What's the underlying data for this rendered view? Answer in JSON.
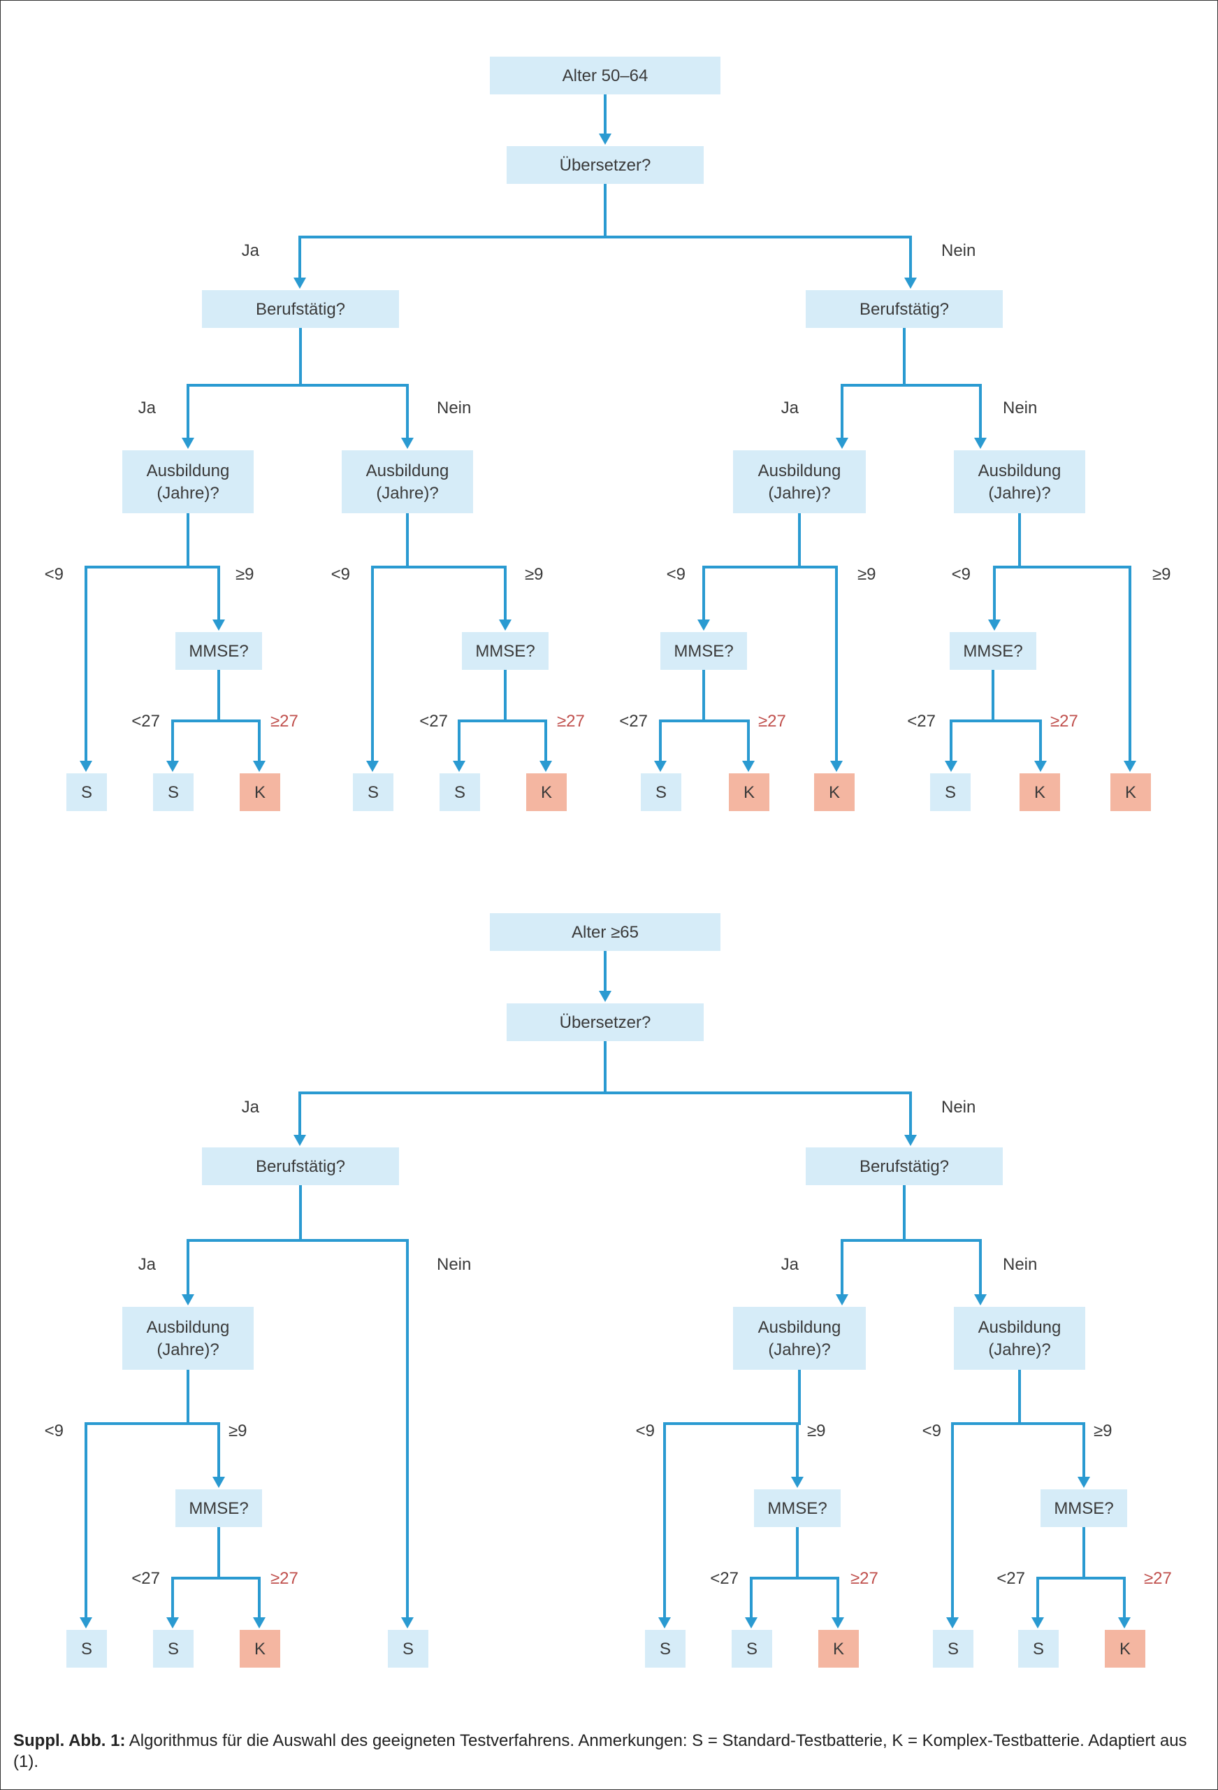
{
  "colors": {
    "question_box": "#d6ecf8",
    "complex_box": "#f4b6a1",
    "standard_box": "#d6ecf8",
    "edge": "#2a9ad1",
    "red_label": "#c0504d"
  },
  "caption": {
    "label": "Suppl. Abb. 1:",
    "text": "Algorithmus für die Auswahl des geeigneten Testverfahrens. Anmerkungen: S = Standard-Testbatterie, K = Komplex-Testbatterie. Adaptiert aus (1)."
  },
  "diagrams": [
    {
      "nodes": [
        {
          "id": "a1",
          "text": "Alter 50–64",
          "type": "q"
        },
        {
          "id": "a2",
          "text": "Übersetzer?",
          "type": "q"
        },
        {
          "id": "a3",
          "text": "Berufstätig?",
          "type": "q"
        },
        {
          "id": "a4",
          "text": "Berufstätig?",
          "type": "q"
        },
        {
          "id": "a5",
          "text": "Ausbildung\n(Jahre)?",
          "type": "q"
        },
        {
          "id": "a6",
          "text": "Ausbildung\n(Jahre)?",
          "type": "q"
        },
        {
          "id": "a7",
          "text": "Ausbildung\n(Jahre)?",
          "type": "q"
        },
        {
          "id": "a8",
          "text": "Ausbildung\n(Jahre)?",
          "type": "q"
        },
        {
          "id": "a9",
          "text": "MMSE?",
          "type": "q"
        },
        {
          "id": "a10",
          "text": "MMSE?",
          "type": "q"
        },
        {
          "id": "a11",
          "text": "MMSE?",
          "type": "q"
        },
        {
          "id": "a12",
          "text": "MMSE?",
          "type": "q"
        },
        {
          "id": "a13",
          "text": "S",
          "type": "s"
        },
        {
          "id": "a14",
          "text": "S",
          "type": "s"
        },
        {
          "id": "a15",
          "text": "K",
          "type": "k"
        },
        {
          "id": "a16",
          "text": "S",
          "type": "s"
        },
        {
          "id": "a17",
          "text": "S",
          "type": "s"
        },
        {
          "id": "a18",
          "text": "K",
          "type": "k"
        },
        {
          "id": "a19",
          "text": "S",
          "type": "s"
        },
        {
          "id": "a20",
          "text": "K",
          "type": "k"
        },
        {
          "id": "a21",
          "text": "K",
          "type": "k"
        },
        {
          "id": "a22",
          "text": "S",
          "type": "s"
        },
        {
          "id": "a23",
          "text": "K",
          "type": "k"
        },
        {
          "id": "a24",
          "text": "K",
          "type": "k"
        }
      ],
      "labels": [
        {
          "text": "Ja",
          "red": false
        },
        {
          "text": "Nein",
          "red": false
        },
        {
          "text": "Ja",
          "red": false
        },
        {
          "text": "Nein",
          "red": false
        },
        {
          "text": "Ja",
          "red": false
        },
        {
          "text": "Nein",
          "red": false
        },
        {
          "text": "<9",
          "red": false
        },
        {
          "text": "≥9",
          "red": false
        },
        {
          "text": "<9",
          "red": false
        },
        {
          "text": "≥9",
          "red": false
        },
        {
          "text": "<9",
          "red": false
        },
        {
          "text": "≥9",
          "red": false
        },
        {
          "text": "<9",
          "red": false
        },
        {
          "text": "≥9",
          "red": false
        },
        {
          "text": "<27",
          "red": false
        },
        {
          "text": "≥27",
          "red": true
        },
        {
          "text": "<27",
          "red": false
        },
        {
          "text": "≥27",
          "red": true
        },
        {
          "text": "<27",
          "red": false
        },
        {
          "text": "≥27",
          "red": true
        },
        {
          "text": "<27",
          "red": false
        },
        {
          "text": "≥27",
          "red": true
        }
      ]
    },
    {
      "nodes": [
        {
          "id": "b1",
          "text": "Alter ≥65",
          "type": "q"
        },
        {
          "id": "b2",
          "text": "Übersetzer?",
          "type": "q"
        },
        {
          "id": "b3",
          "text": "Berufstätig?",
          "type": "q"
        },
        {
          "id": "b4",
          "text": "Berufstätig?",
          "type": "q"
        },
        {
          "id": "b5",
          "text": "Ausbildung\n(Jahre)?",
          "type": "q"
        },
        {
          "id": "b6",
          "text": "Ausbildung\n(Jahre)?",
          "type": "q"
        },
        {
          "id": "b7",
          "text": "Ausbildung\n(Jahre)?",
          "type": "q"
        },
        {
          "id": "b8",
          "text": "MMSE?",
          "type": "q"
        },
        {
          "id": "b9",
          "text": "MMSE?",
          "type": "q"
        },
        {
          "id": "b10",
          "text": "MMSE?",
          "type": "q"
        },
        {
          "id": "b11",
          "text": "S",
          "type": "s"
        },
        {
          "id": "b12",
          "text": "S",
          "type": "s"
        },
        {
          "id": "b13",
          "text": "K",
          "type": "k"
        },
        {
          "id": "b14",
          "text": "S",
          "type": "s"
        },
        {
          "id": "b15",
          "text": "S",
          "type": "s"
        },
        {
          "id": "b16",
          "text": "S",
          "type": "s"
        },
        {
          "id": "b17",
          "text": "K",
          "type": "k"
        },
        {
          "id": "b18",
          "text": "S",
          "type": "s"
        },
        {
          "id": "b19",
          "text": "S",
          "type": "s"
        },
        {
          "id": "b20",
          "text": "K",
          "type": "k"
        }
      ],
      "labels": [
        {
          "text": "Ja",
          "red": false
        },
        {
          "text": "Nein",
          "red": false
        },
        {
          "text": "Ja",
          "red": false
        },
        {
          "text": "Nein",
          "red": false
        },
        {
          "text": "Ja",
          "red": false
        },
        {
          "text": "Nein",
          "red": false
        },
        {
          "text": "<9",
          "red": false
        },
        {
          "text": "≥9",
          "red": false
        },
        {
          "text": "<9",
          "red": false
        },
        {
          "text": "≥9",
          "red": false
        },
        {
          "text": "<9",
          "red": false
        },
        {
          "text": "≥9",
          "red": false
        },
        {
          "text": "<27",
          "red": false
        },
        {
          "text": "≥27",
          "red": true
        },
        {
          "text": "<27",
          "red": false
        },
        {
          "text": "≥27",
          "red": true
        },
        {
          "text": "<27",
          "red": false
        },
        {
          "text": "≥27",
          "red": true
        }
      ]
    }
  ]
}
